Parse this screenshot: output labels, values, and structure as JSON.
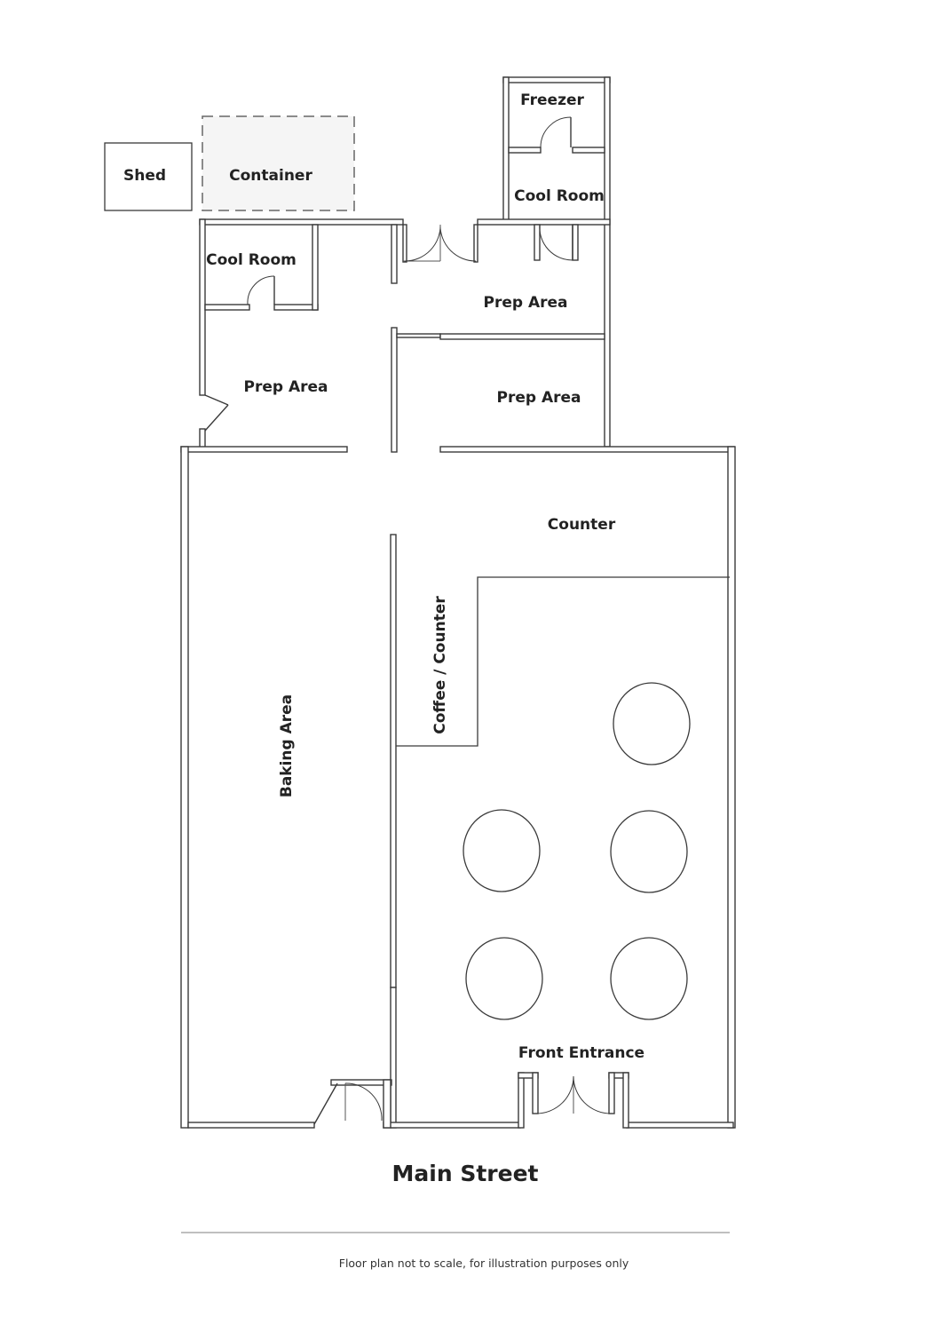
{
  "rooms": {
    "shed": "Shed",
    "container": "Container",
    "freezer": "Freezer",
    "cool_room_top": "Cool Room",
    "cool_room_left": "Cool Room",
    "prep_area_top": "Prep Area",
    "prep_area_left": "Prep Area",
    "prep_area_mid": "Prep Area",
    "counter": "Counter",
    "coffee_counter": "Coffee / Counter",
    "baking_area": "Baking Area",
    "front_entrance": "Front Entrance"
  },
  "street": "Main Street",
  "footnote": "Floor plan not to scale, for illustration purposes only",
  "colors": {
    "wall": "#3a3a3a",
    "container_fill": "#f5f5f5"
  }
}
